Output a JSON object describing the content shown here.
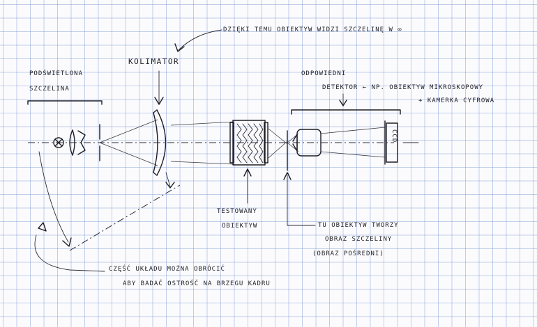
{
  "labels": {
    "dzieki": "DZIĘKI TEMU OBIEKTYW WIDZI SZCZELINĘ W ∞",
    "kolimator": "KOLIMATOR",
    "podswietlona": "PODŚWIETLONA",
    "szczelina": "SZCZELINA",
    "odpowiedni": "ODPOWIEDNI",
    "detektor": "DETEKTOR ← NP. OBIEKTYW MIKROSKOPOWY",
    "kamerka": "+ KAMERKA CYFROWA",
    "testowany": "TESTOWANY",
    "obiektyw": "OBIEKTYW",
    "tu_obiektyw": "TU OBIEKTYW TWORZY",
    "obraz": "OBRAZ SZCZELINY",
    "obraz_posredni": "(OBRAZ POŚREDNI)",
    "czesc": "CZĘŚĆ UKŁADU MOŻNA OBRÓCIĆ",
    "aby": "ABY BADAĆ OSTROŚĆ NA BRZEGU KADRU",
    "ccd": "CCD"
  },
  "icons": {
    "lamp": "lamp-icon",
    "condenser": "condenser-lens-icon",
    "slit": "slit-icon",
    "collimator": "collimator-lens-icon",
    "test_lens": "test-lens-icon",
    "microscope_objective": "microscope-objective-icon",
    "camera": "ccd-camera-icon"
  },
  "colors": {
    "ink": "#1c1c24",
    "grid": "#7896d2",
    "paper": "#fbfbfd"
  }
}
